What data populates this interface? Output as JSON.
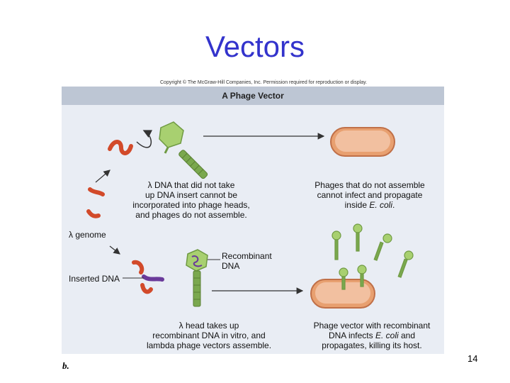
{
  "slide": {
    "title": "Vectors",
    "page_number": "14",
    "part_label": "b."
  },
  "figure": {
    "copyright": "Copyright © The McGraw-Hill Companies, Inc. Permission required for reproduction or display.",
    "heading": "A Phage Vector",
    "captions": {
      "top_left": "λ DNA that did not take\nup DNA insert cannot be\nincorporated into phage heads,\nand phages do not assemble.",
      "top_right_pre": "Phages that do not assemble\ncannot infect and propagate\ninside ",
      "top_right_em": "E. coli",
      "top_right_post": ".",
      "bottom_left": "λ  head takes up\nrecombinant DNA in vitro, and\nlambda phage vectors assemble.",
      "bottom_right_1": "Phage vector with recombinant",
      "bottom_right_2_pre": "DNA infects ",
      "bottom_right_2_em": "E. coli",
      "bottom_right_2_post": " and",
      "bottom_right_3": "propagates, killing its host."
    },
    "labels": {
      "genome": "λ genome",
      "inserted": "Inserted DNA",
      "recombinant": "Recombinant\nDNA"
    },
    "colors": {
      "dna": "#d24a2a",
      "insert": "#6a3a9a",
      "phage_head": "#9bc86a",
      "phage_tail": "#7aa84e",
      "ecoli": "#e8a070"
    }
  }
}
